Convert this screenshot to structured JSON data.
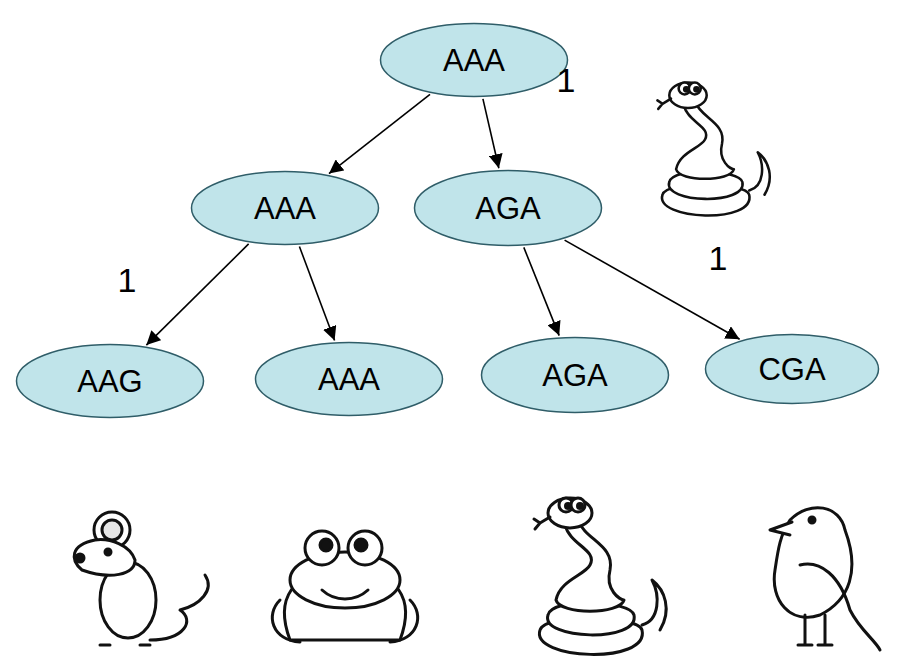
{
  "diagram": {
    "nodes": [
      {
        "text": [
          "AAA"
        ]
      },
      {
        "text": [
          "AAA"
        ]
      },
      {
        "text": [
          "AGA"
        ]
      },
      {
        "text": [
          "AAG"
        ]
      },
      {
        "text": [
          "AAA"
        ]
      },
      {
        "text": [
          "AGA"
        ]
      },
      {
        "text": [
          "CGA"
        ]
      }
    ],
    "edges": [
      {
        "from": 0,
        "to": 1,
        "arrow": "to"
      },
      {
        "from": 0,
        "to": 2,
        "arrow": "to",
        "label": "1"
      },
      {
        "from": 1,
        "to": 3,
        "arrow": "to",
        "label": "1"
      },
      {
        "from": 1,
        "to": 4,
        "arrow": "to"
      },
      {
        "from": 2,
        "to": 5,
        "arrow": "to"
      },
      {
        "from": 2,
        "to": 6,
        "arrow": "to",
        "label": "1"
      }
    ]
  }
}
